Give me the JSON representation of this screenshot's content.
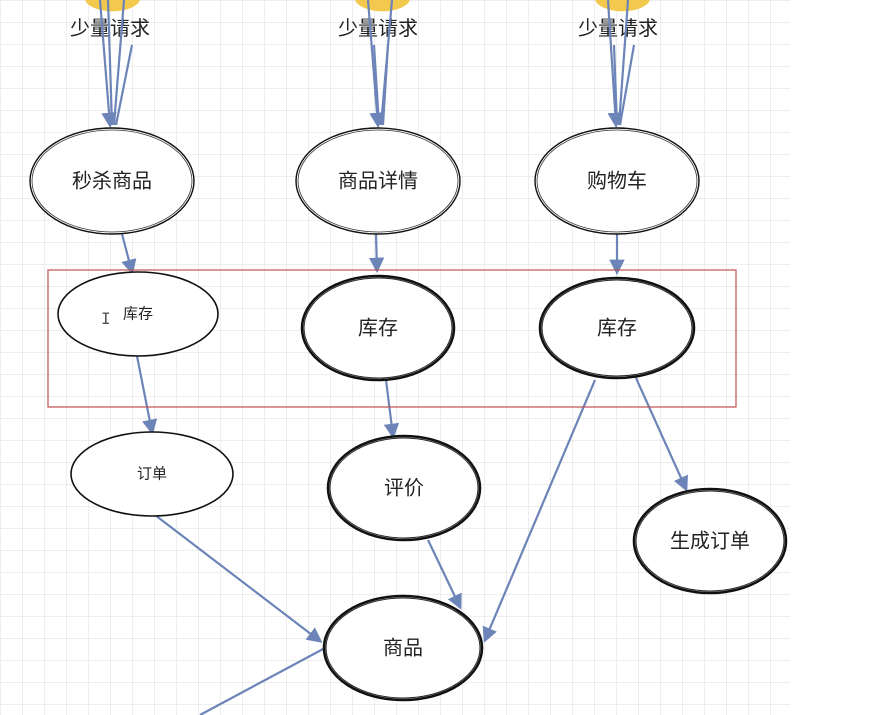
{
  "requests": [
    {
      "id": "req-1",
      "label": "少量请求"
    },
    {
      "id": "req-2",
      "label": "少量请求"
    },
    {
      "id": "req-3",
      "label": "少量请求"
    }
  ],
  "nodes": {
    "seckill_goods": "秒杀商品",
    "goods_detail": "商品详情",
    "shopping_cart": "购物车",
    "stock_1": "库存",
    "stock_2": "库存",
    "stock_3": "库存",
    "order": "订单",
    "review": "评价",
    "create_order": "生成订单",
    "goods": "商品"
  },
  "colors": {
    "arrow": "#6c84b8",
    "highlight_box": "#c05050",
    "grid": "#dcdcdc",
    "sun": "#f2c94c"
  }
}
